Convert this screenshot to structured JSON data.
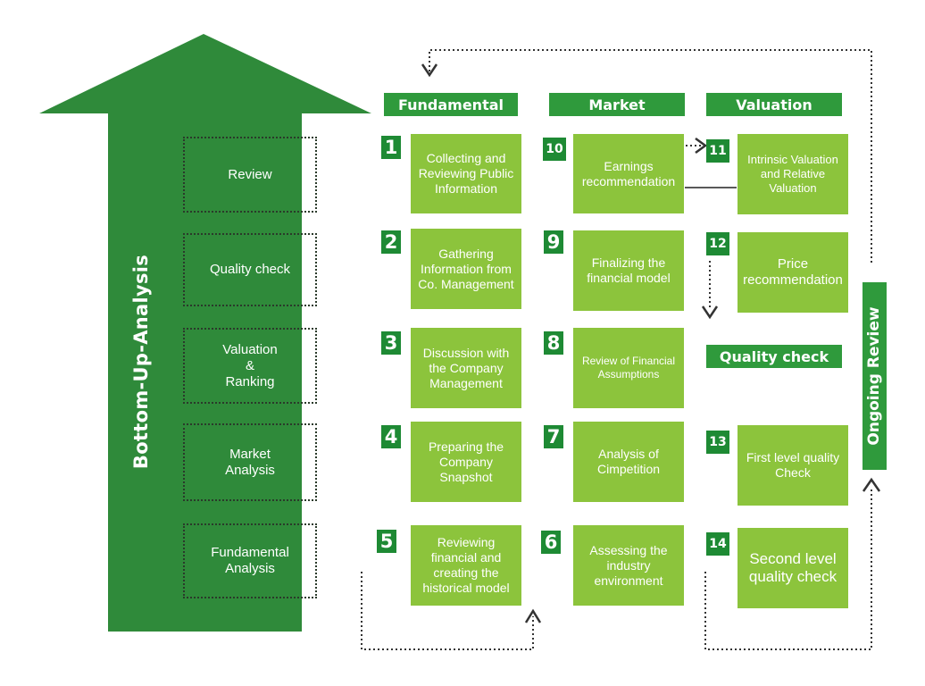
{
  "side_title": "Bottom-Up-Analysis",
  "stages": [
    "Review",
    "Quality check",
    "Valuation\n&\nRanking",
    "Market\nAnalysis",
    "Fundamental\nAnalysis"
  ],
  "headers": {
    "fundamental": "Fundamental",
    "market": "Market",
    "valuation": "Valuation",
    "quality": "Quality check"
  },
  "steps": {
    "s1": {
      "num": "1",
      "label": "Collecting and Reviewing Public Information"
    },
    "s2": {
      "num": "2",
      "label": "Gathering Information from Co. Management"
    },
    "s3": {
      "num": "3",
      "label": "Discussion with the Company Management"
    },
    "s4": {
      "num": "4",
      "label": "Preparing the Company Snapshot"
    },
    "s5": {
      "num": "5",
      "label": "Reviewing financial and creating the historical model"
    },
    "s6": {
      "num": "6",
      "label": "Assessing the industry environment"
    },
    "s7": {
      "num": "7",
      "label": "Analysis of Cimpetition"
    },
    "s8": {
      "num": "8",
      "label": "Review of Financial Assumptions"
    },
    "s9": {
      "num": "9",
      "label": "Finalizing the financial model"
    },
    "s10": {
      "num": "10",
      "label": "Earnings recommendation"
    },
    "s11": {
      "num": "11",
      "label": "Intrinsic Valuation and Relative Valuation"
    },
    "s12": {
      "num": "12",
      "label": "Price recommendation"
    },
    "s13": {
      "num": "13",
      "label": "First level quality Check"
    },
    "s14": {
      "num": "14",
      "label": "Second level quality check"
    }
  },
  "ongoing_label": "Ongoing Review",
  "colors": {
    "dark_green": "#2f8a3a",
    "header_green": "#2f9a3c",
    "box_green": "#8cc43c",
    "number_green": "#1e8a34"
  }
}
